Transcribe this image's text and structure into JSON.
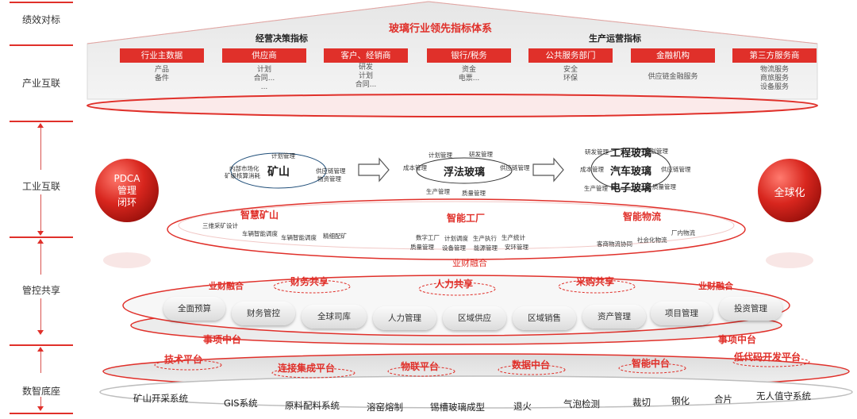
{
  "levels": [
    {
      "name": "绩效对标"
    },
    {
      "name": "产业互联"
    },
    {
      "name": "工业互联"
    },
    {
      "name": "管控共享"
    },
    {
      "name": "数智底座"
    }
  ],
  "top": {
    "title": "玻璃行业领先指标体系",
    "left_heading": "经营决策指标",
    "right_heading": "生产运营指标",
    "tabs": [
      {
        "label": "行业主数据",
        "items": [
          "产品",
          "备件"
        ]
      },
      {
        "label": "供应商",
        "items": [
          "计划",
          "合同...",
          "..."
        ]
      },
      {
        "label": "客户、经销商",
        "items": [
          "研发",
          "计划",
          "合同..."
        ]
      },
      {
        "label": "银行/税务",
        "items": [
          "资金",
          "电票..."
        ]
      },
      {
        "label": "公共服务部门",
        "items": [
          "安全",
          "环保"
        ]
      },
      {
        "label": "金融机构",
        "items": [
          "供应链金融服务"
        ]
      },
      {
        "label": "第三方服务商",
        "items": [
          "物流服务",
          "商旅服务",
          "设备服务"
        ]
      }
    ]
  },
  "industrial": {
    "pdca": [
      "PDCA",
      "管理",
      "闭环"
    ],
    "globalization": "全球化",
    "mine": {
      "center": "矿山",
      "tags": [
        "计划管理",
        "内部市场化",
        "矿级核算消耗",
        "供应链管理",
        "物资管理"
      ]
    },
    "float_glass": {
      "center": "浮法玻璃",
      "tags": [
        "计划管理",
        "研发管理",
        "成本管理",
        "供应链管理",
        "生产管理",
        "质量管理"
      ]
    },
    "auto_glass": {
      "centers": [
        "工程玻璃",
        "汽车玻璃",
        "电子玻璃"
      ],
      "tags": [
        "研发管理",
        "计划管理",
        "成本管理",
        "供应链管理",
        "生产管理",
        "质量管理"
      ]
    },
    "smart_mine": {
      "label": "智慧矿山",
      "tags": [
        "三维采矿设计",
        "车辆智能调度",
        "车辆智能调度",
        "精细配矿"
      ]
    },
    "smart_factory": {
      "label": "智能工厂",
      "tags": [
        "数字工厂",
        "计划调度",
        "生产执行",
        "生产统计",
        "质量管理",
        "设备管理",
        "能源管理",
        "安环管理"
      ]
    },
    "smart_logistics": {
      "label": "智能物流",
      "tags": [
        "客商物流协同",
        "社会化物流",
        "厂内物流"
      ]
    }
  },
  "sharing": {
    "top_label": "业财融合",
    "left_label": "业财融合",
    "right_label": "业财融合",
    "centers": [
      "财务共享",
      "人力共享",
      "采购共享"
    ],
    "pills": [
      "全面预算",
      "财务管控",
      "全球司库",
      "人力管理",
      "区域供应",
      "区域销售",
      "资产管理",
      "项目管理",
      "投资管理"
    ],
    "matter_left": "事项中台",
    "matter_right": "事项中台"
  },
  "base": {
    "platforms": [
      "技术平台",
      "连接集成平台",
      "物联平台",
      "数据中台",
      "智能中台",
      "低代码开发平台"
    ],
    "systems": [
      "矿山开采系统",
      "GIS系统",
      "原料配料系统",
      "溶窑熔制",
      "锡槽玻璃成型",
      "退火",
      "气泡检测",
      "裁切",
      "钢化",
      "合片",
      "无人值守系统"
    ]
  },
  "colors": {
    "accent": "#e0302a",
    "dark_red": "#c81e1e",
    "gray": "#d9d9d9"
  }
}
